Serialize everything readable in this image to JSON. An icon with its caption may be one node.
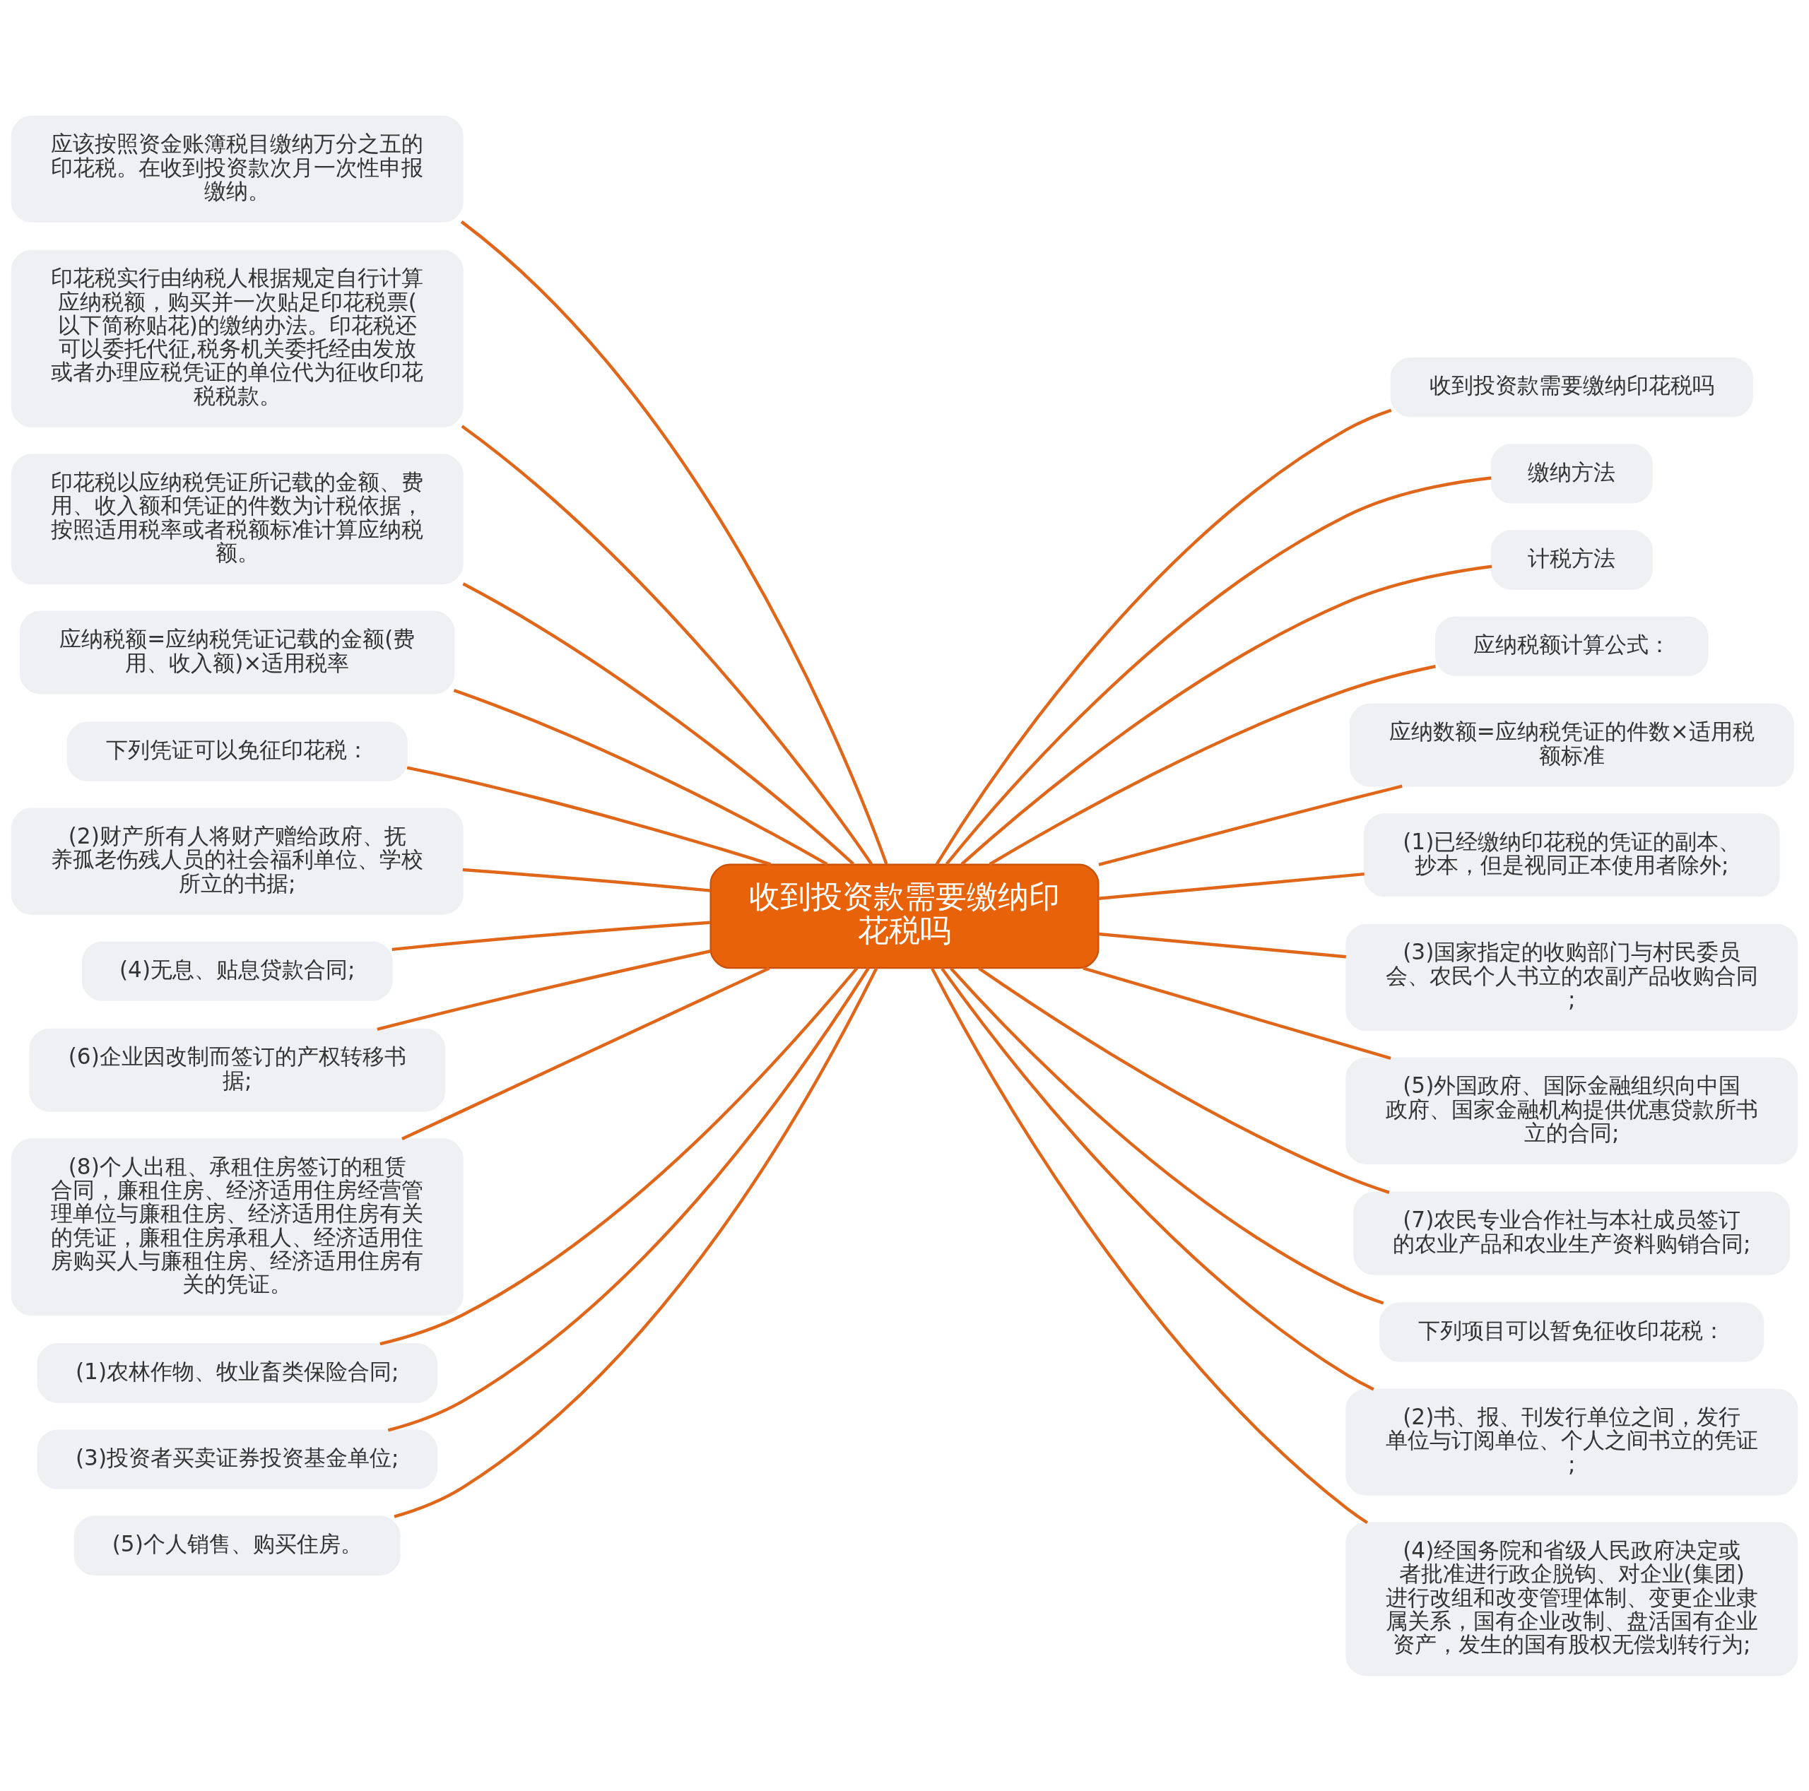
{
  "diagram": {
    "nodes": [
      {
        "text": [
          "收到投资款需要缴纳印花税吗"
        ]
      },
      {
        "text": [
          "应该按照资金账簿税目缴纳万分之五的印花税。在收到投资款次月一次性申报缴纳。"
        ]
      },
      {
        "text": [
          "印花税实行由纳税人根据规定自行计算应纳税额，购买并一次贴足印花税票(以下简称贴花)的缴纳办法。印花税还可以委托代征,税务机关委托经由发放或者办理应税凭证的单位代为征收印花税税款。"
        ]
      },
      {
        "text": [
          "印花税以应纳税凭证所记载的金额、费用、收入额和凭证的件数为计税依据，按照适用税率或者税额标准计算应纳税额。"
        ]
      },
      {
        "text": [
          "应纳税额=应纳税凭证记载的金额(费用、收入额)×适用税率"
        ]
      },
      {
        "text": [
          "下列凭证可以免征印花税："
        ]
      },
      {
        "text": [
          "(2)财产所有人将财产赠给政府、抚养孤老伤残人员的社会福利单位、学校所立的书据;"
        ]
      },
      {
        "text": [
          "(4)无息、贴息贷款合同;"
        ]
      },
      {
        "text": [
          "(6)企业因改制而签订的产权转移书据;"
        ]
      },
      {
        "text": [
          "(8)个人出租、承租住房签订的租赁合同，廉租住房、经济适用住房经营管理单位与廉租住房、经济适用住房有关的凭证，廉租住房承租人、经济适用住房购买人与廉租住房、经济适用住房有关的凭证。"
        ]
      },
      {
        "text": [
          "(1)农林作物、牧业畜类保险合同;"
        ]
      },
      {
        "text": [
          "(3)投资者买卖证券投资基金单位;"
        ]
      },
      {
        "text": [
          "(5)个人销售、购买住房。"
        ]
      },
      {
        "text": [
          "收到投资款需要缴纳印花税吗"
        ]
      },
      {
        "text": [
          "缴纳方法"
        ]
      },
      {
        "text": [
          "计税方法"
        ]
      },
      {
        "text": [
          "应纳税额计算公式："
        ]
      },
      {
        "text": [
          "应纳数额=应纳税凭证的件数×适用税额标准"
        ]
      },
      {
        "text": [
          "(1)已经缴纳印花税的凭证的副本、抄本，但是视同正本使用者除外;"
        ]
      },
      {
        "text": [
          "(3)国家指定的收购部门与村民委员会、农民个人书立的农副产品收购合同;"
        ]
      },
      {
        "text": [
          "(5)外国政府、国际金融组织向中国政府、国家金融机构提供优惠贷款所书立的合同;"
        ]
      },
      {
        "text": [
          "(7)农民专业合作社与本社成员签订的农业产品和农业生产资料购销合同;"
        ]
      },
      {
        "text": [
          "下列项目可以暂免征收印花税："
        ]
      },
      {
        "text": [
          "(2)书、报、刊发行单位之间，发行单位与订阅单位、个人之间书立的凭证;"
        ]
      },
      {
        "text": [
          "(4)经国务院和省级人民政府决定或者批准进行政企脱钩、对企业(集团)进行改组和改变管理体制、变更企业隶属关系，国有企业改制、盘活国有企业资产，发生的国有股权无偿划转行为;"
        ]
      }
    ],
    "edges": [
      {
        "from": 0,
        "to": 1,
        "arrow": "none"
      },
      {
        "from": 0,
        "to": 2,
        "arrow": "none"
      },
      {
        "from": 0,
        "to": 3,
        "arrow": "none"
      },
      {
        "from": 0,
        "to": 4,
        "arrow": "none"
      },
      {
        "from": 0,
        "to": 5,
        "arrow": "none"
      },
      {
        "from": 0,
        "to": 6,
        "arrow": "none"
      },
      {
        "from": 0,
        "to": 7,
        "arrow": "none"
      },
      {
        "from": 0,
        "to": 8,
        "arrow": "none"
      },
      {
        "from": 0,
        "to": 9,
        "arrow": "none"
      },
      {
        "from": 0,
        "to": 10,
        "arrow": "none"
      },
      {
        "from": 0,
        "to": 11,
        "arrow": "none"
      },
      {
        "from": 0,
        "to": 12,
        "arrow": "none"
      },
      {
        "from": 0,
        "to": 13,
        "arrow": "none"
      },
      {
        "from": 0,
        "to": 14,
        "arrow": "none"
      },
      {
        "from": 0,
        "to": 15,
        "arrow": "none"
      },
      {
        "from": 0,
        "to": 16,
        "arrow": "none"
      },
      {
        "from": 0,
        "to": 17,
        "arrow": "none"
      },
      {
        "from": 0,
        "to": 18,
        "arrow": "none"
      },
      {
        "from": 0,
        "to": 19,
        "arrow": "none"
      },
      {
        "from": 0,
        "to": 20,
        "arrow": "none"
      },
      {
        "from": 0,
        "to": 21,
        "arrow": "none"
      },
      {
        "from": 0,
        "to": 22,
        "arrow": "none"
      },
      {
        "from": 0,
        "to": 23,
        "arrow": "none"
      },
      {
        "from": 0,
        "to": 24,
        "arrow": "none"
      }
    ]
  }
}
